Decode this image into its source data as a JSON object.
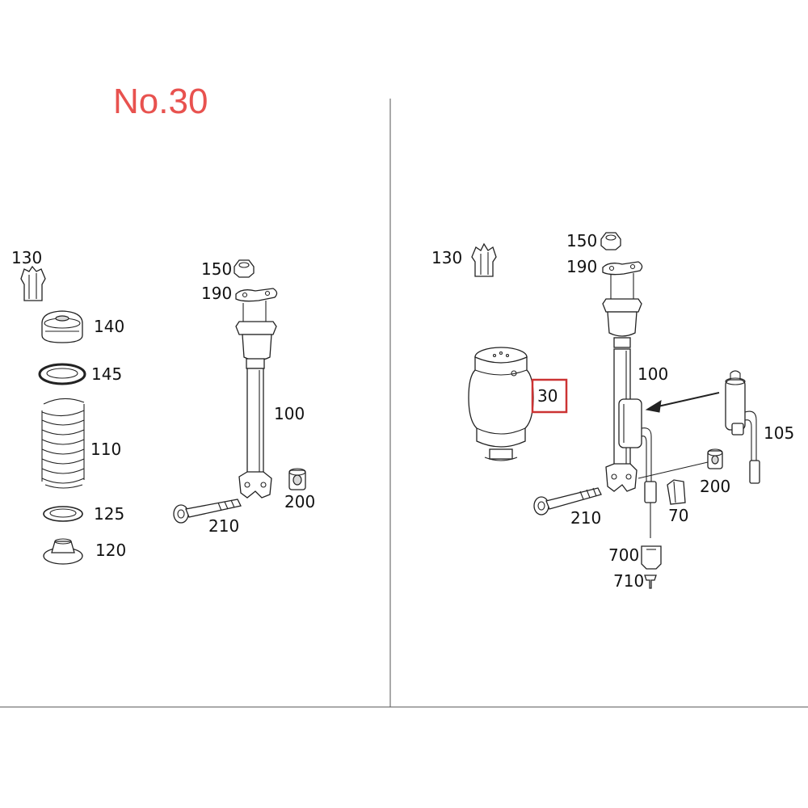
{
  "title": "No.30",
  "colors": {
    "title": "#e8524f",
    "highlight": "#cc3333",
    "line": "#222222"
  },
  "left_labels": {
    "l130": "130",
    "l140": "140",
    "l145": "145",
    "l110": "110",
    "l125": "125",
    "l120": "120",
    "l150": "150",
    "l190": "190",
    "l100": "100",
    "l200": "200",
    "l210": "210"
  },
  "right_labels": {
    "r130": "130",
    "r150": "150",
    "r190": "190",
    "r100": "100",
    "r30": "30",
    "r105": "105",
    "r200": "200",
    "r210": "210",
    "r70": "70",
    "r700": "700",
    "r710": "710"
  }
}
